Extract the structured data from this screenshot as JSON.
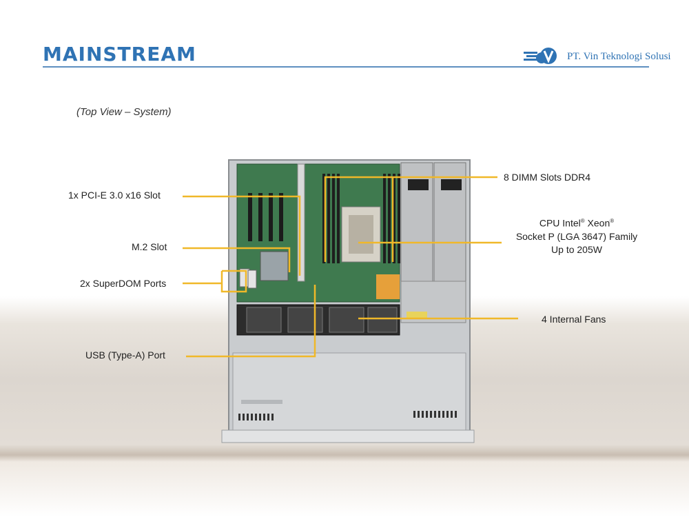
{
  "header": {
    "title": "MAINSTREAM",
    "company": "PT. Vin Teknologi Solusi",
    "logo_icon": "v-cloud-logo-icon"
  },
  "subtitle": "(Top View – System)",
  "callouts": {
    "pcie": "1x PCI-E 3.0 x16 Slot",
    "m2": "M.2 Slot",
    "superdom": "2x SuperDOM Ports",
    "usb": "USB (Type-A)  Port",
    "dimm": "8 DIMM Slots DDR4",
    "cpu_line1_a": "CPU Intel",
    "cpu_line1_b": " Xeon",
    "cpu_reg": "®",
    "cpu_line2": "Socket P (LGA 3647) Family",
    "cpu_line3": "Up to 205W",
    "fans": "4 Internal  Fans"
  },
  "colors": {
    "accent": "#2f73b4",
    "leader": "#f0b829",
    "pcb": "#3f7a4f"
  }
}
